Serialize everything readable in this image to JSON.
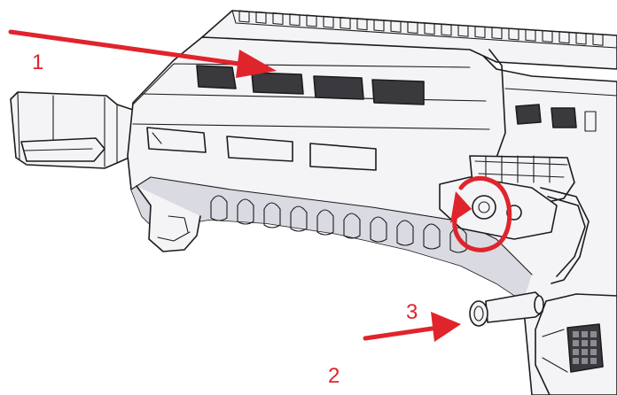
{
  "callouts": {
    "one": "1",
    "two": "2",
    "three": "3"
  },
  "colors": {
    "arrow": "#e0242c",
    "line": "#1c1c1c",
    "body": "#f4f4f7",
    "shade": "#dadbe2"
  }
}
